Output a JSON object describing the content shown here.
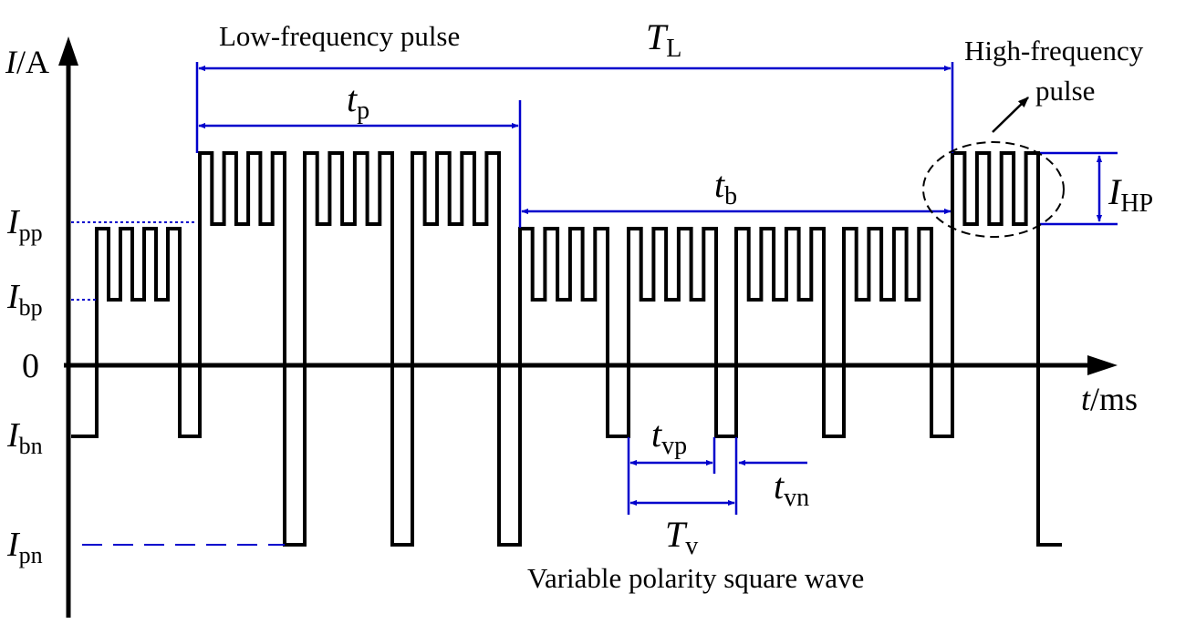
{
  "axis": {
    "y_symbol": "I",
    "y_unit": "/A",
    "x_symbol": "t",
    "x_unit": "/ms",
    "zero": "0"
  },
  "levels": {
    "ipp": {
      "symbol": "I",
      "sub": "pp"
    },
    "ibp": {
      "symbol": "I",
      "sub": "bp"
    },
    "ibn": {
      "symbol": "I",
      "sub": "bn"
    },
    "ipn": {
      "symbol": "I",
      "sub": "pn"
    }
  },
  "labels": {
    "low_freq": "Low-frequency pulse",
    "high_freq_line1": "High-frequency",
    "high_freq_line2": "pulse",
    "variable_polarity": "Variable polarity square  wave"
  },
  "dimensions": {
    "TL": {
      "symbol": "T",
      "sub": "L"
    },
    "tp": {
      "symbol": "t",
      "sub": "p"
    },
    "tb": {
      "symbol": "t",
      "sub": "b"
    },
    "IHP": {
      "symbol": "I",
      "sub": "HP"
    },
    "tvp": {
      "symbol": "t",
      "sub": "vp"
    },
    "tvn": {
      "symbol": "t",
      "sub": "vn"
    },
    "Tv": {
      "symbol": "T",
      "sub": "v"
    }
  },
  "colors": {
    "waveform": "#000000",
    "dimension": "#0000cc",
    "axis": "#000000"
  }
}
